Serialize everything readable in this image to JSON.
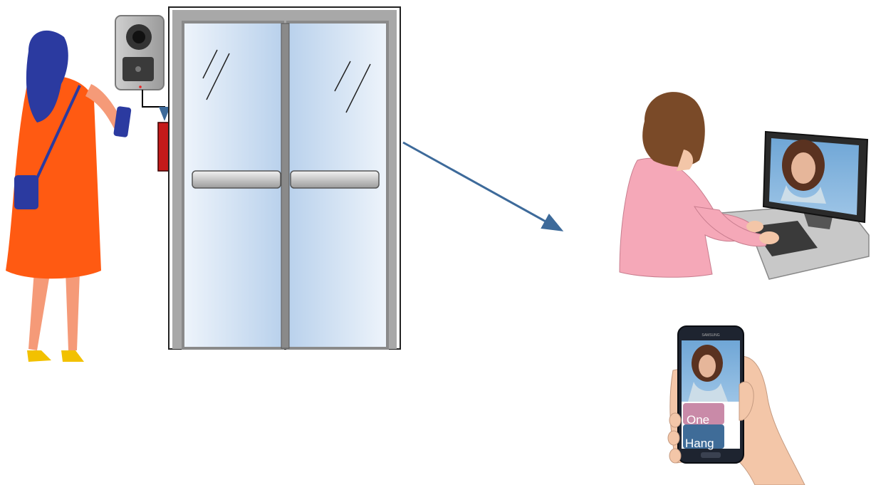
{
  "phone": {
    "open_button_label": "One",
    "hangup_button_label": "Hang",
    "brand_text": "SAMSUNG"
  },
  "colors": {
    "background": "#ffffff",
    "dress": "#ff5a12",
    "hair_visitor": "#2b3aa0",
    "bag": "#2b3aa0",
    "door_frame": "#aaaaaa",
    "glass": "#d4e3f4",
    "lock_actuator": "#c41a1a",
    "arrow": "#3d6a9a",
    "operator_shirt": "#f5a8b8",
    "operator_hair": "#7a4a28",
    "open_button": "#c98aa8",
    "hangup_button": "#3f6c98"
  },
  "icons": [
    "visitor-figure",
    "video-intercom-panel",
    "electric-lock",
    "glass-double-door",
    "signal-arrow",
    "operator-at-computer",
    "smartphone-in-hand"
  ]
}
